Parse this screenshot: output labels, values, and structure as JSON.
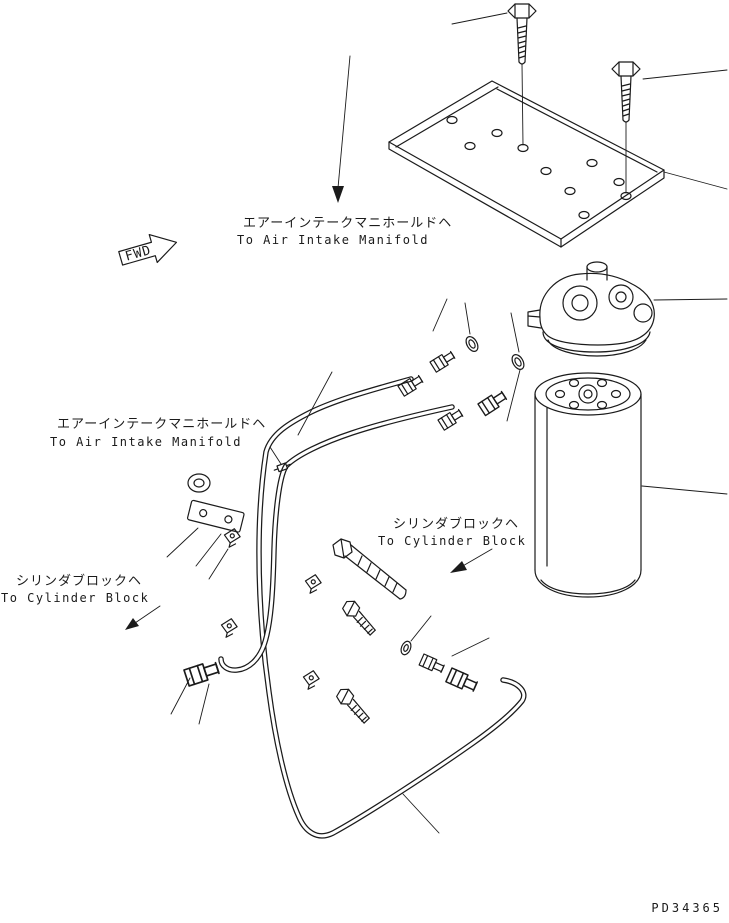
{
  "page": {
    "part_number": "PD34365"
  },
  "labels": {
    "fwd": "FWD",
    "air_intake_top": {
      "jp": "エアーインテークマニホールドヘ",
      "en": "To Air Intake Manifold"
    },
    "air_intake_left": {
      "jp": "エアーインテークマニホールドヘ",
      "en": "To Air Intake Manifold"
    },
    "cylinder_block_right": {
      "jp": "シリンダブロックヘ",
      "en": "To Cylinder Block"
    },
    "cylinder_block_left": {
      "jp": "シリンダブロックヘ",
      "en": "To Cylinder Block"
    }
  },
  "colors": {
    "line": "#1b1b1b",
    "background": "#ffffff"
  }
}
